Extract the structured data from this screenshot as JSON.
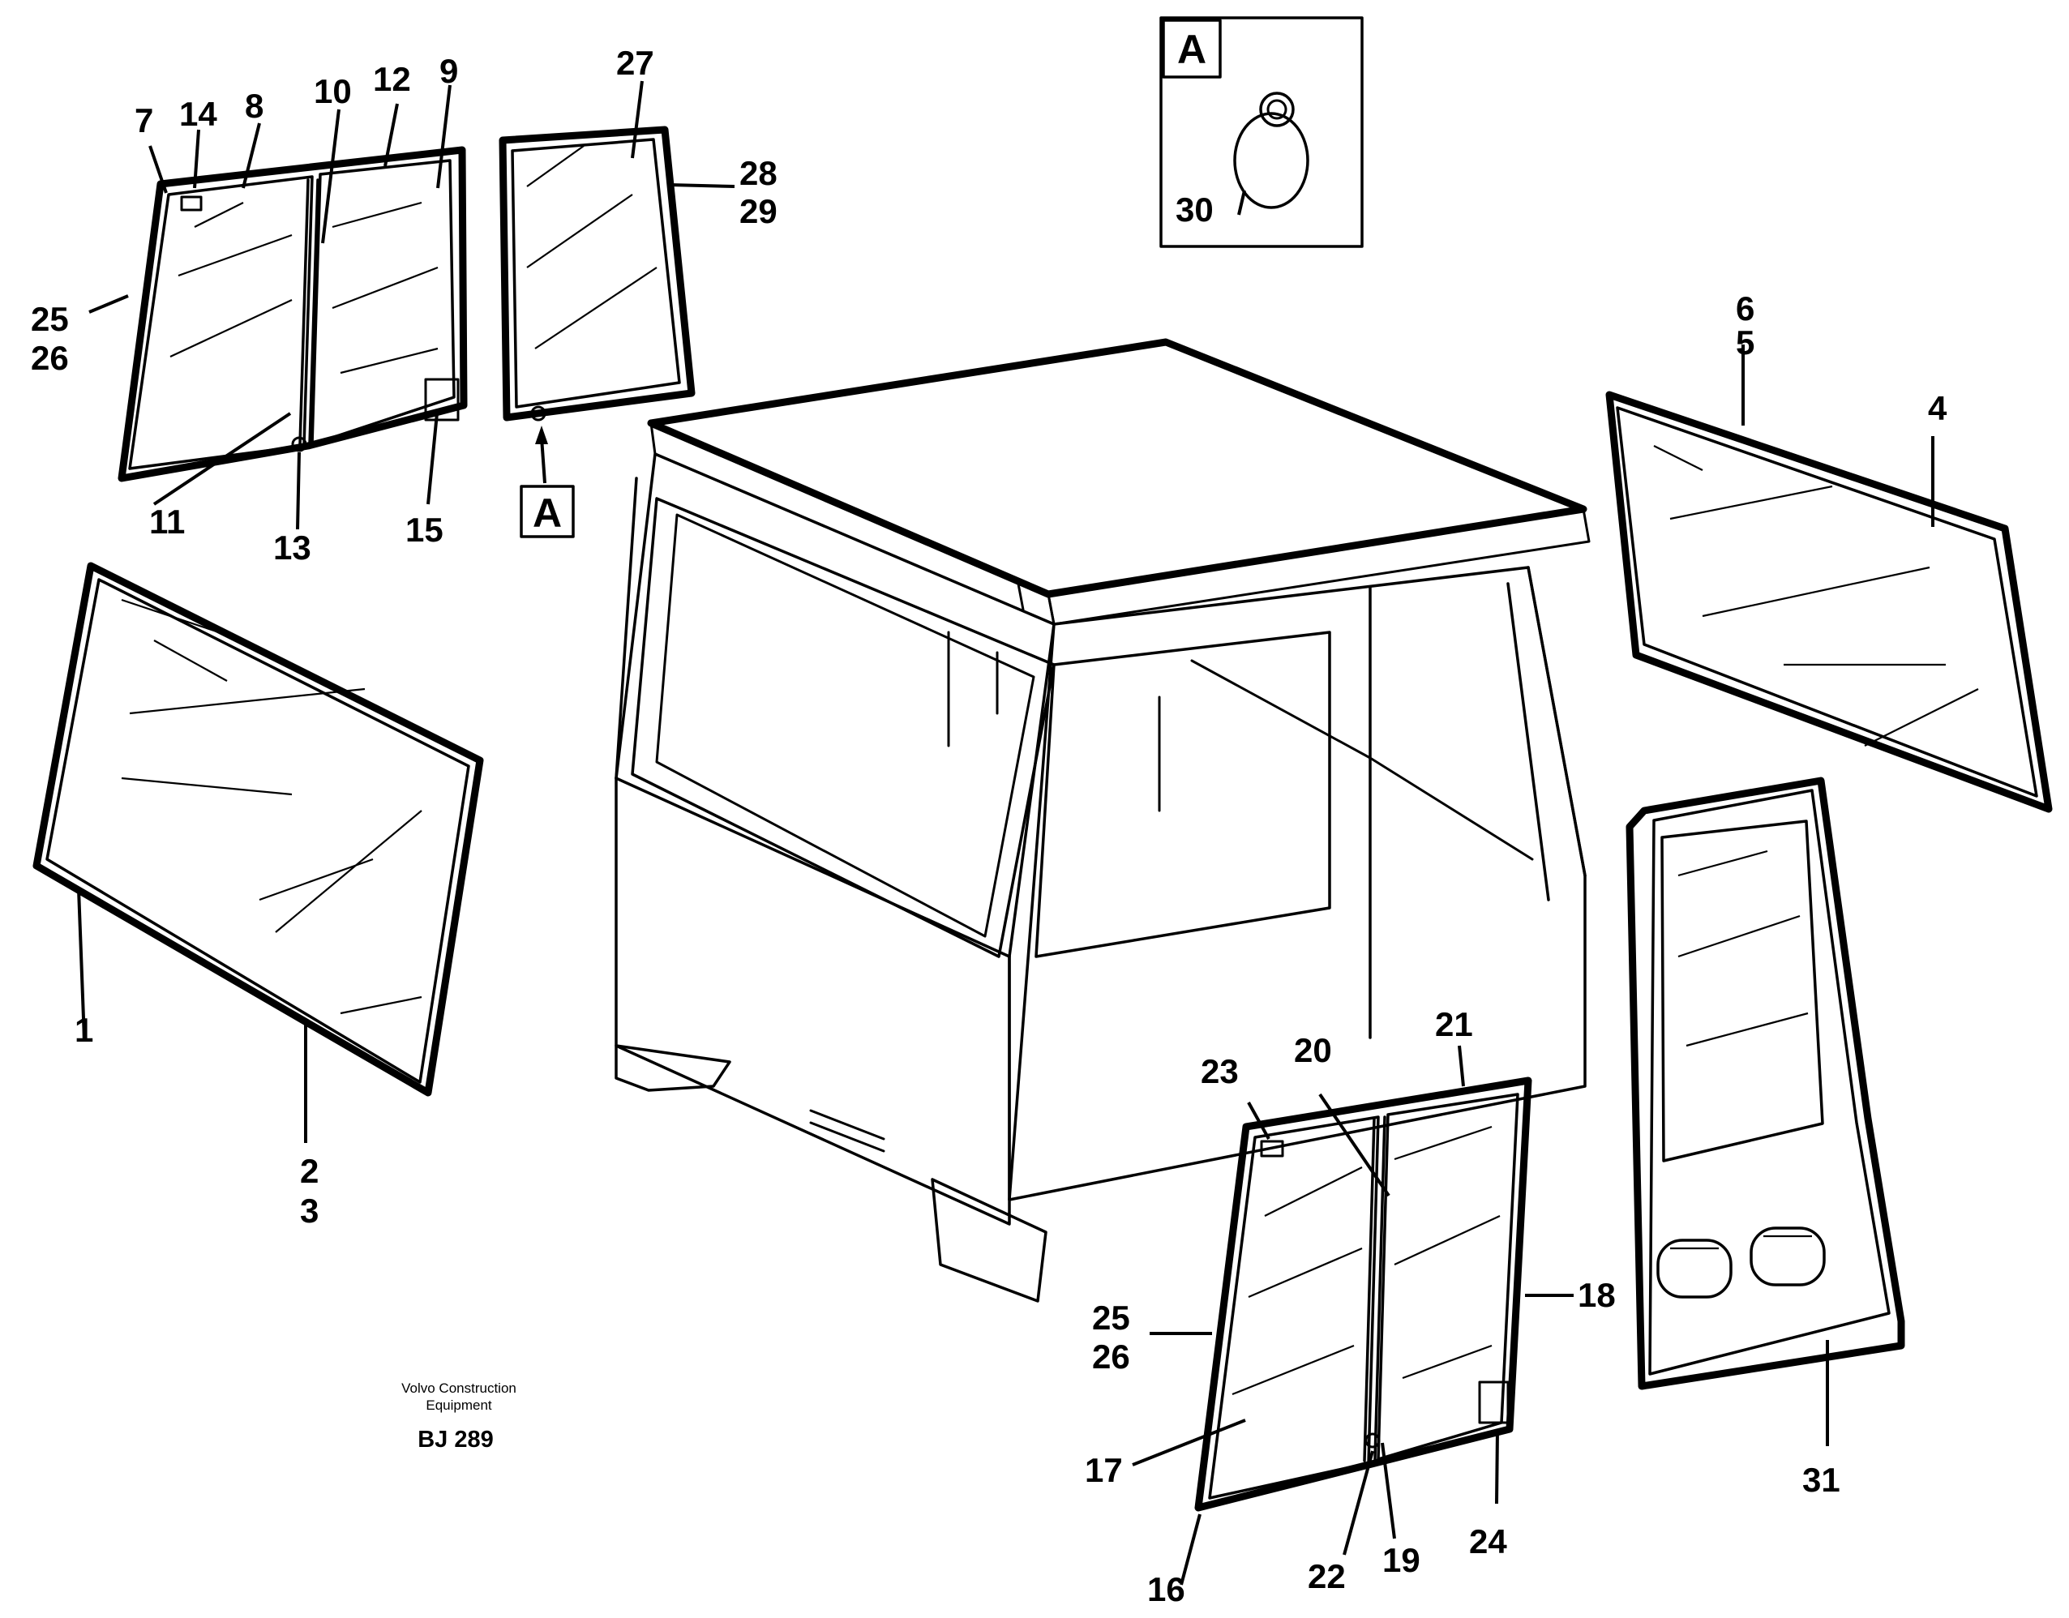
{
  "callouts": {
    "c1": "1",
    "c2": "2",
    "c3": "3",
    "c4": "4",
    "c5": "5",
    "c6": "6",
    "c7": "7",
    "c8": "8",
    "c9": "9",
    "c10": "10",
    "c11": "11",
    "c12": "12",
    "c13": "13",
    "c14": "14",
    "c15": "15",
    "c16": "16",
    "c17": "17",
    "c18": "18",
    "c19": "19",
    "c20": "20",
    "c21": "21",
    "c22": "22",
    "c23": "23",
    "c24": "24",
    "c25a": "25",
    "c26a": "26",
    "c25b": "25",
    "c26b": "26",
    "c27": "27",
    "c28": "28",
    "c29": "29",
    "c30": "30",
    "c31": "31"
  },
  "detail": {
    "label": "A",
    "marker_label": "A"
  },
  "credit": {
    "line1": "Volvo Construction",
    "line2": "Equipment",
    "ref": "BJ 289"
  }
}
